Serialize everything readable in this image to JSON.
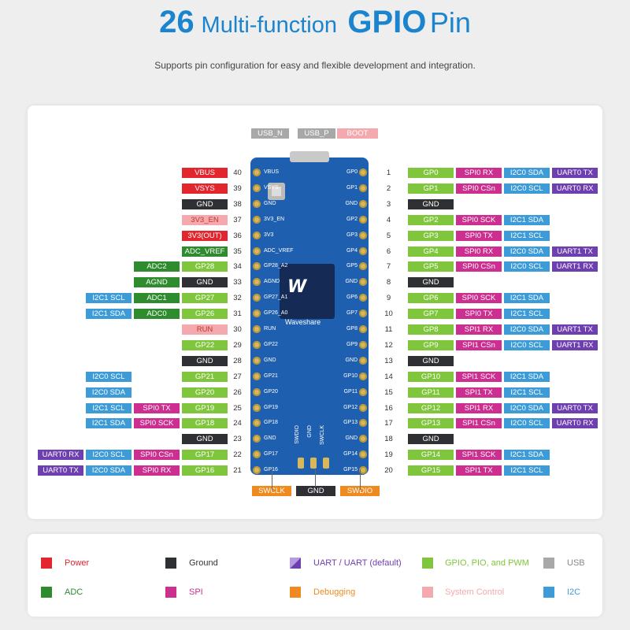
{
  "header": {
    "title_num": "26",
    "title_mid": "Multi-function",
    "title_gpio": "GPIO",
    "title_pin": "Pin",
    "subtitle": "Supports pin configuration for easy and flexible development and integration."
  },
  "colors": {
    "power": "#e3262e",
    "ground": "#2f3033",
    "uart": "#6d3fb0",
    "gpio": "#80c63c",
    "usb": "#a8a8a8",
    "adc": "#2e8b2e",
    "spi": "#cc2f8f",
    "debug": "#ef8a1f",
    "sysctrl": "#f3a9ad",
    "i2c": "#3d9cd8",
    "title": "#1b84cf",
    "board": "#1f5fb0"
  },
  "usb_labels": [
    "USB_N",
    "USB_P",
    "BOOT"
  ],
  "board": {
    "brand": "Waveshare",
    "left_pins": [
      "VBUS",
      "VSYS",
      "GND",
      "3V3_EN",
      "3V3",
      "ADC_VREF",
      "GP28_A2",
      "AGND",
      "GP27_A1",
      "GP26_A0",
      "RUN",
      "GP22",
      "GND",
      "GP21",
      "GP20",
      "GP19",
      "GP18",
      "GND",
      "GP17",
      "GP16"
    ],
    "right_pins": [
      "GP0",
      "GP1",
      "GND",
      "GP2",
      "GP3",
      "GP4",
      "GP5",
      "GND",
      "GP6",
      "GP7",
      "GP8",
      "GP9",
      "GND",
      "GP10",
      "GP11",
      "GP12",
      "GP13",
      "GND",
      "GP14",
      "GP15"
    ],
    "bottom_pins": [
      "SWDIO",
      "GND",
      "SWCLK"
    ]
  },
  "left_rows": [
    {
      "pin": "40",
      "labels": [
        {
          "text": "VBUS",
          "type": "power"
        }
      ]
    },
    {
      "pin": "39",
      "labels": [
        {
          "text": "VSYS",
          "type": "power"
        }
      ]
    },
    {
      "pin": "38",
      "labels": [
        {
          "text": "GND",
          "type": "ground"
        }
      ]
    },
    {
      "pin": "37",
      "labels": [
        {
          "text": "3V3_EN",
          "type": "sysctrl"
        }
      ]
    },
    {
      "pin": "36",
      "labels": [
        {
          "text": "3V3(OUT)",
          "type": "power"
        }
      ]
    },
    {
      "pin": "35",
      "labels": [
        {
          "text": "ADC_VREF",
          "type": "adc"
        }
      ]
    },
    {
      "pin": "34",
      "labels": [
        {
          "text": "GP28",
          "type": "gpio"
        },
        {
          "text": "ADC2",
          "type": "adc"
        }
      ]
    },
    {
      "pin": "33",
      "labels": [
        {
          "text": "GND",
          "type": "ground"
        },
        {
          "text": "AGND",
          "type": "adc"
        }
      ]
    },
    {
      "pin": "32",
      "labels": [
        {
          "text": "GP27",
          "type": "gpio"
        },
        {
          "text": "ADC1",
          "type": "adc"
        },
        {
          "text": "I2C1 SCL",
          "type": "i2c"
        }
      ]
    },
    {
      "pin": "31",
      "labels": [
        {
          "text": "GP26",
          "type": "gpio"
        },
        {
          "text": "ADC0",
          "type": "adc"
        },
        {
          "text": "I2C1 SDA",
          "type": "i2c"
        }
      ]
    },
    {
      "pin": "30",
      "labels": [
        {
          "text": "RUN",
          "type": "sysctrl"
        }
      ]
    },
    {
      "pin": "29",
      "labels": [
        {
          "text": "GP22",
          "type": "gpio"
        }
      ]
    },
    {
      "pin": "28",
      "labels": [
        {
          "text": "GND",
          "type": "ground"
        }
      ]
    },
    {
      "pin": "27",
      "labels": [
        {
          "text": "GP21",
          "type": "gpio"
        },
        {
          "text": "",
          "type": "none"
        },
        {
          "text": "I2C0 SCL",
          "type": "i2c"
        }
      ]
    },
    {
      "pin": "26",
      "labels": [
        {
          "text": "GP20",
          "type": "gpio"
        },
        {
          "text": "",
          "type": "none"
        },
        {
          "text": "I2C0 SDA",
          "type": "i2c"
        }
      ]
    },
    {
      "pin": "25",
      "labels": [
        {
          "text": "GP19",
          "type": "gpio"
        },
        {
          "text": "SPI0 TX",
          "type": "spi"
        },
        {
          "text": "I2C1 SCL",
          "type": "i2c"
        }
      ]
    },
    {
      "pin": "24",
      "labels": [
        {
          "text": "GP18",
          "type": "gpio"
        },
        {
          "text": "SPI0 SCK",
          "type": "spi"
        },
        {
          "text": "I2C1 SDA",
          "type": "i2c"
        }
      ]
    },
    {
      "pin": "23",
      "labels": [
        {
          "text": "GND",
          "type": "ground"
        }
      ]
    },
    {
      "pin": "22",
      "labels": [
        {
          "text": "GP17",
          "type": "gpio"
        },
        {
          "text": "SPI0 CSn",
          "type": "spi"
        },
        {
          "text": "I2C0 SCL",
          "type": "i2c"
        },
        {
          "text": "UART0 RX",
          "type": "uart"
        }
      ]
    },
    {
      "pin": "21",
      "labels": [
        {
          "text": "GP16",
          "type": "gpio"
        },
        {
          "text": "SPI0 RX",
          "type": "spi"
        },
        {
          "text": "I2C0 SDA",
          "type": "i2c"
        },
        {
          "text": "UART0 TX",
          "type": "uart"
        }
      ]
    }
  ],
  "right_rows": [
    {
      "pin": "1",
      "labels": [
        {
          "text": "GP0",
          "type": "gpio"
        },
        {
          "text": "SPI0 RX",
          "type": "spi"
        },
        {
          "text": "I2C0 SDA",
          "type": "i2c"
        },
        {
          "text": "UART0 TX",
          "type": "uart"
        }
      ]
    },
    {
      "pin": "2",
      "labels": [
        {
          "text": "GP1",
          "type": "gpio"
        },
        {
          "text": "SPI0 CSn",
          "type": "spi"
        },
        {
          "text": "I2C0 SCL",
          "type": "i2c"
        },
        {
          "text": "UART0 RX",
          "type": "uart"
        }
      ]
    },
    {
      "pin": "3",
      "labels": [
        {
          "text": "GND",
          "type": "ground"
        }
      ]
    },
    {
      "pin": "4",
      "labels": [
        {
          "text": "GP2",
          "type": "gpio"
        },
        {
          "text": "SPI0 SCK",
          "type": "spi"
        },
        {
          "text": "I2C1 SDA",
          "type": "i2c"
        }
      ]
    },
    {
      "pin": "5",
      "labels": [
        {
          "text": "GP3",
          "type": "gpio"
        },
        {
          "text": "SPI0 TX",
          "type": "spi"
        },
        {
          "text": "I2C1 SCL",
          "type": "i2c"
        }
      ]
    },
    {
      "pin": "6",
      "labels": [
        {
          "text": "GP4",
          "type": "gpio"
        },
        {
          "text": "SPI0 RX",
          "type": "spi"
        },
        {
          "text": "I2C0 SDA",
          "type": "i2c"
        },
        {
          "text": "UART1 TX",
          "type": "uart"
        }
      ]
    },
    {
      "pin": "7",
      "labels": [
        {
          "text": "GP5",
          "type": "gpio"
        },
        {
          "text": "SPI0 CSn",
          "type": "spi"
        },
        {
          "text": "I2C0 SCL",
          "type": "i2c"
        },
        {
          "text": "UART1 RX",
          "type": "uart"
        }
      ]
    },
    {
      "pin": "8",
      "labels": [
        {
          "text": "GND",
          "type": "ground"
        }
      ]
    },
    {
      "pin": "9",
      "labels": [
        {
          "text": "GP6",
          "type": "gpio"
        },
        {
          "text": "SPI0 SCK",
          "type": "spi"
        },
        {
          "text": "I2C1 SDA",
          "type": "i2c"
        }
      ]
    },
    {
      "pin": "10",
      "labels": [
        {
          "text": "GP7",
          "type": "gpio"
        },
        {
          "text": "SPI0 TX",
          "type": "spi"
        },
        {
          "text": "I2C1 SCL",
          "type": "i2c"
        }
      ]
    },
    {
      "pin": "11",
      "labels": [
        {
          "text": "GP8",
          "type": "gpio"
        },
        {
          "text": "SPI1 RX",
          "type": "spi"
        },
        {
          "text": "I2C0 SDA",
          "type": "i2c"
        },
        {
          "text": "UART1 TX",
          "type": "uart"
        }
      ]
    },
    {
      "pin": "12",
      "labels": [
        {
          "text": "GP9",
          "type": "gpio"
        },
        {
          "text": "SPI1 CSn",
          "type": "spi"
        },
        {
          "text": "I2C0 SCL",
          "type": "i2c"
        },
        {
          "text": "UART1 RX",
          "type": "uart"
        }
      ]
    },
    {
      "pin": "13",
      "labels": [
        {
          "text": "GND",
          "type": "ground"
        }
      ]
    },
    {
      "pin": "14",
      "labels": [
        {
          "text": "GP10",
          "type": "gpio"
        },
        {
          "text": "SPI1 SCK",
          "type": "spi"
        },
        {
          "text": "I2C1 SDA",
          "type": "i2c"
        }
      ]
    },
    {
      "pin": "15",
      "labels": [
        {
          "text": "GP11",
          "type": "gpio"
        },
        {
          "text": "SPI1 TX",
          "type": "spi"
        },
        {
          "text": "I2C1 SCL",
          "type": "i2c"
        }
      ]
    },
    {
      "pin": "16",
      "labels": [
        {
          "text": "GP12",
          "type": "gpio"
        },
        {
          "text": "SPI1 RX",
          "type": "spi"
        },
        {
          "text": "I2C0 SDA",
          "type": "i2c"
        },
        {
          "text": "UART0 TX",
          "type": "uart"
        }
      ]
    },
    {
      "pin": "17",
      "labels": [
        {
          "text": "GP13",
          "type": "gpio"
        },
        {
          "text": "SPI1 CSn",
          "type": "spi"
        },
        {
          "text": "I2C0 SCL",
          "type": "i2c"
        },
        {
          "text": "UART0 RX",
          "type": "uart"
        }
      ]
    },
    {
      "pin": "18",
      "labels": [
        {
          "text": "GND",
          "type": "ground"
        }
      ]
    },
    {
      "pin": "19",
      "labels": [
        {
          "text": "GP14",
          "type": "gpio"
        },
        {
          "text": "SPI1 SCK",
          "type": "spi"
        },
        {
          "text": "I2C1 SDA",
          "type": "i2c"
        }
      ]
    },
    {
      "pin": "20",
      "labels": [
        {
          "text": "GP15",
          "type": "gpio"
        },
        {
          "text": "SPI1 TX",
          "type": "spi"
        },
        {
          "text": "I2C1 SCL",
          "type": "i2c"
        }
      ]
    }
  ],
  "bottom_labels": [
    {
      "text": "SWCLK",
      "type": "debug"
    },
    {
      "text": "GND",
      "type": "ground"
    },
    {
      "text": "SWDIO",
      "type": "debug"
    }
  ],
  "legend": [
    {
      "text": "Power",
      "type": "power"
    },
    {
      "text": "Ground",
      "type": "ground"
    },
    {
      "text": "UART / UART (default)",
      "type": "uart"
    },
    {
      "text": "GPIO, PIO, and PWM",
      "type": "gpio"
    },
    {
      "text": "USB",
      "type": "usb"
    },
    {
      "text": "ADC",
      "type": "adc"
    },
    {
      "text": "SPI",
      "type": "spi"
    },
    {
      "text": "Debugging",
      "type": "debug"
    },
    {
      "text": "System Control",
      "type": "sysctrl"
    },
    {
      "text": "I2C",
      "type": "i2c"
    }
  ]
}
